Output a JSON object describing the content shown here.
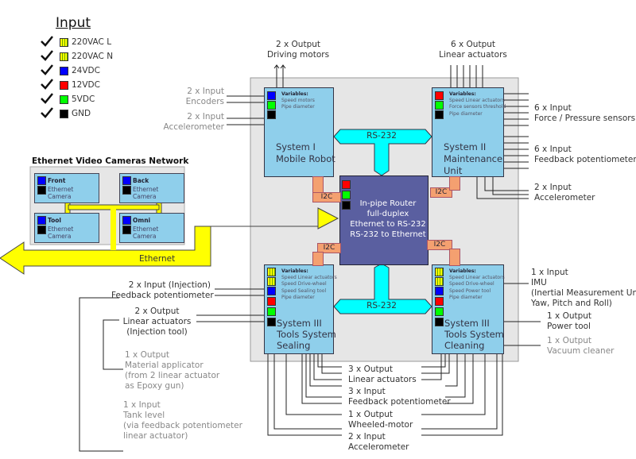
{
  "legend": {
    "title": "Input",
    "items": [
      {
        "label": "220VAC L",
        "color": "#ffff00",
        "striped": true
      },
      {
        "label": "220VAC N",
        "color": "#ffff00",
        "striped": true
      },
      {
        "label": "24VDC",
        "color": "#0000ff"
      },
      {
        "label": "12VDC",
        "color": "#ff0000"
      },
      {
        "label": "5VDC",
        "color": "#00ff00"
      },
      {
        "label": "GND",
        "color": "#000000"
      }
    ]
  },
  "cameras": {
    "title": "Ethernet Video Cameras Network",
    "items": [
      {
        "name": "Front",
        "desc": "Ethernet Camera"
      },
      {
        "name": "Back",
        "desc": "Ethernet Camera"
      },
      {
        "name": "Tool",
        "desc": "Ethernet Camera"
      },
      {
        "name": "Omni",
        "desc": "Ethernet Camera"
      }
    ],
    "ethernet_label": "Ethernet"
  },
  "systems": {
    "s1": {
      "vars_title": "Variables:",
      "vars": [
        "Speed motors",
        "Pipe diameter"
      ],
      "name": [
        "System I",
        "Mobile Robot"
      ]
    },
    "s2": {
      "vars_title": "Variables:",
      "vars": [
        "Speed Linear actuators",
        "Force sensors threshold",
        "Pipe diameter"
      ],
      "name": [
        "System II",
        "Maintenance",
        "Unit"
      ]
    },
    "s3a": {
      "vars_title": "Variables:",
      "vars": [
        "Speed Linear actuators",
        "Speed Drive-wheel",
        "Speed Sealing tool",
        "Pipe diameter"
      ],
      "name": [
        "System III",
        "Tools System",
        "Sealing"
      ]
    },
    "s3b": {
      "vars_title": "Variables:",
      "vars": [
        "Speed Linear actuators",
        "Speed Drive-wheel",
        "Speed Power tool",
        "Pipe diameter"
      ],
      "name": [
        "System III",
        "Tools System",
        "Cleaning"
      ]
    }
  },
  "router": {
    "lines": [
      "In-pipe Router",
      "full-duplex",
      "Ethernet to RS-232",
      "RS-232 to Ethernet"
    ]
  },
  "buses": {
    "rs232": "RS-232",
    "i2c": "I2C"
  },
  "io": {
    "top_left": [
      "2 x Output",
      "Driving motors"
    ],
    "top_right": [
      "6 x Output",
      "Linear actuators"
    ],
    "encoders": [
      "2 x Input",
      "Encoders"
    ],
    "accel_left": [
      "2 x Input",
      "Accelerometer"
    ],
    "force": [
      "6 x Input",
      "Force / Pressure sensors"
    ],
    "feedback_right": [
      "6 x Input",
      "Feedback potentiometer"
    ],
    "accel_right": [
      "2 x Input",
      "Accelerometer"
    ],
    "imu": [
      "1 x Input",
      "IMU",
      "(Inertial Measurement Unit)",
      "Yaw, Pitch and Roll)"
    ],
    "power_tool": [
      "1 x Output",
      "Power tool"
    ],
    "vacuum": [
      "1 x Output",
      "Vacuum cleaner"
    ],
    "injection_fb": [
      "2 x Input (Injection)",
      "Feedback potentiometer"
    ],
    "injection_act": [
      "2 x Output",
      "Linear actuators",
      "(Injection tool)"
    ],
    "applicator": [
      "1 x Output",
      "Material applicator",
      "(from 2 linear actuator",
      "as Epoxy gun)"
    ],
    "tank": [
      "1 x Input",
      "Tank level",
      "(via feedback potentiometer",
      "linear actuator)"
    ],
    "bottom_act": [
      "3 x Output",
      "Linear actuators"
    ],
    "bottom_fb": [
      "3 x Input",
      "Feedback potentiometer"
    ],
    "bottom_motor": [
      "1 x Output",
      "Wheeled-motor"
    ],
    "bottom_accel": [
      "2 x Input",
      "Accelerometer"
    ]
  }
}
